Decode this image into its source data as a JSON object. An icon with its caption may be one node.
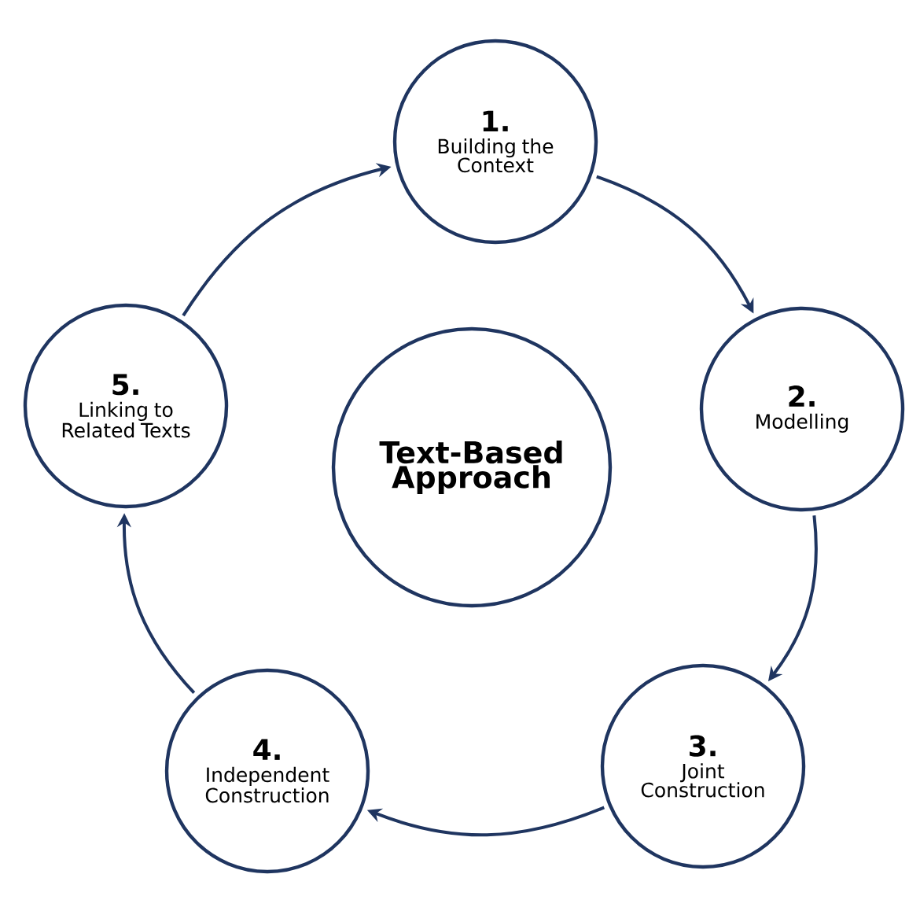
{
  "diagram": {
    "nodes": [
      {
        "text": [
          "1.",
          "Building the Context"
        ]
      },
      {
        "text": [
          "2.",
          "Modelling"
        ]
      },
      {
        "text": [
          "3.",
          "Joint Construction"
        ]
      },
      {
        "text": [
          "4.",
          "Independent Construction"
        ]
      },
      {
        "text": [
          "5.",
          "Linking to Related Texts"
        ]
      },
      {
        "text": [
          "Text-Based Approach"
        ]
      }
    ],
    "edges": [
      {
        "from": 0,
        "to": 1,
        "arrow": "to"
      },
      {
        "from": 1,
        "to": 2,
        "arrow": "to"
      },
      {
        "from": 2,
        "to": 3,
        "arrow": "to"
      },
      {
        "from": 3,
        "to": 4,
        "arrow": "to"
      },
      {
        "from": 4,
        "to": 0,
        "arrow": "to"
      }
    ]
  }
}
